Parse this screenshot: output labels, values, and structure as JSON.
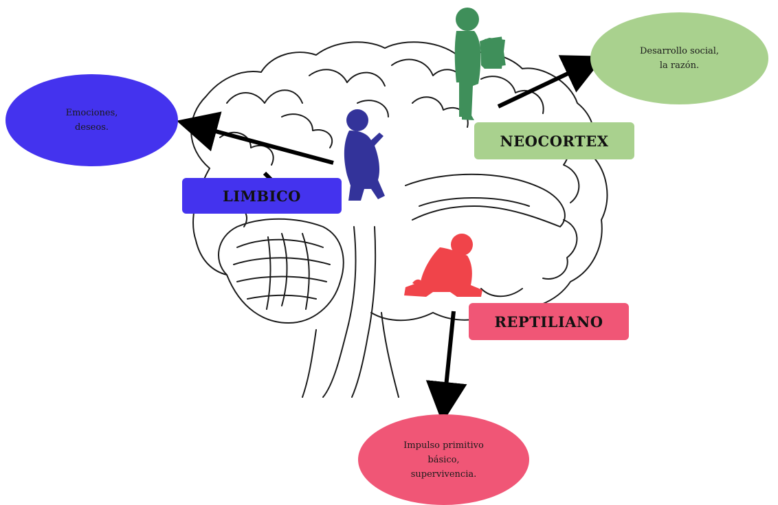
{
  "colors": {
    "limbic": "#4433ee",
    "neocortex": "#a9d18e",
    "neocortex_child": "#3f8f5a",
    "reptilian": "#f05676",
    "reptilian_child": "#f0444a",
    "limbic_child": "#33339a",
    "outline": "#1a1a1a"
  },
  "labels": {
    "limbic": "LIMBICO",
    "neocortex": "NEOCORTEX",
    "reptilian": "REPTILIANO"
  },
  "bubbles": {
    "limbic": "Emociones,\ndeseos.",
    "neocortex": "Desarrollo social,\nla razón.",
    "reptilian": "Impulso primitivo\nbásico,\nsupervivencia."
  },
  "icons": {
    "brain": "brain-outline-icon",
    "reading_child": "reading-child-icon",
    "toddler": "walking-toddler-icon",
    "baby": "crawling-baby-icon"
  }
}
